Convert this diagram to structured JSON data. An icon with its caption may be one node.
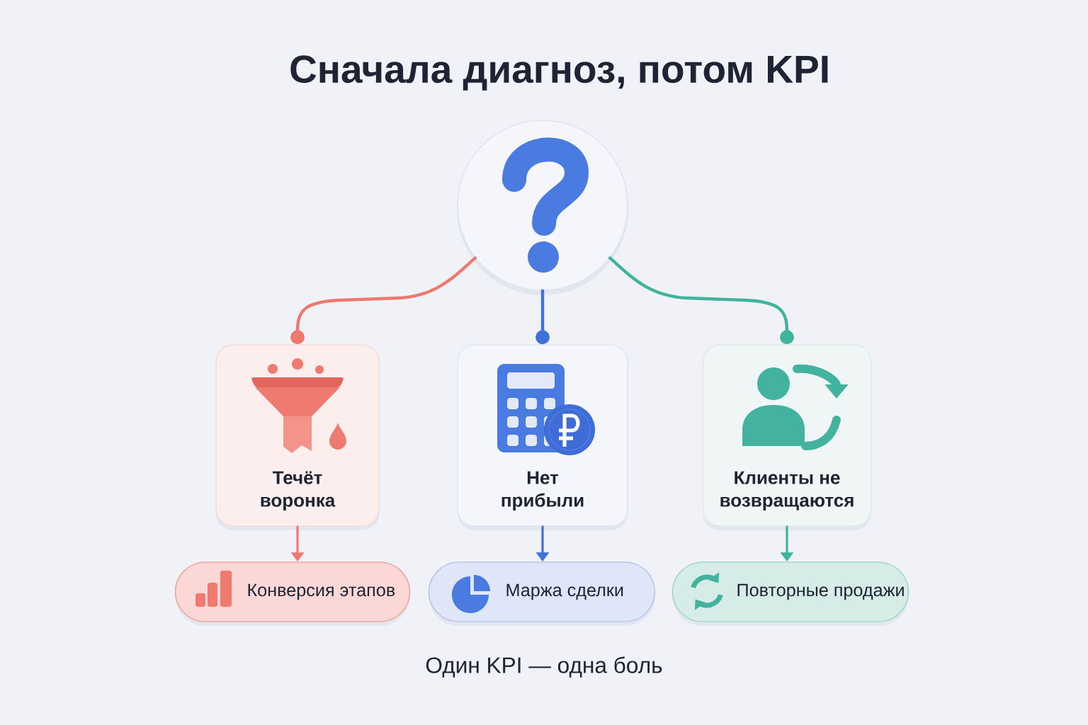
{
  "diagram": {
    "title": "Сначала диагноз, потом KPI",
    "caption": "Один KPI — одна боль",
    "nodes": [
      {
        "text": [],
        "shape": "circle"
      },
      {
        "text": [
          "Течёт воронка"
        ]
      },
      {
        "text": [
          "Нет прибыли"
        ]
      },
      {
        "text": [
          "Клиенты не возвращаются"
        ]
      },
      {
        "text": [
          "Конверсия этапов"
        ]
      },
      {
        "text": [
          "Маржа сделки"
        ]
      },
      {
        "text": [
          "Повторные продажи"
        ]
      }
    ],
    "edges": [
      {
        "from": 0,
        "to": 1,
        "arrow": "other",
        "color": "#ee7a6f"
      },
      {
        "from": 0,
        "to": 2,
        "arrow": "other",
        "color": "#3f72d9"
      },
      {
        "from": 0,
        "to": 3,
        "arrow": "other",
        "color": "#3fb39c"
      },
      {
        "from": 1,
        "to": 4,
        "arrow": "to",
        "color": "#ee7a6f"
      },
      {
        "from": 2,
        "to": 5,
        "arrow": "to",
        "color": "#3f72d9"
      },
      {
        "from": 3,
        "to": 6,
        "arrow": "to",
        "color": "#3fb39c"
      }
    ]
  }
}
